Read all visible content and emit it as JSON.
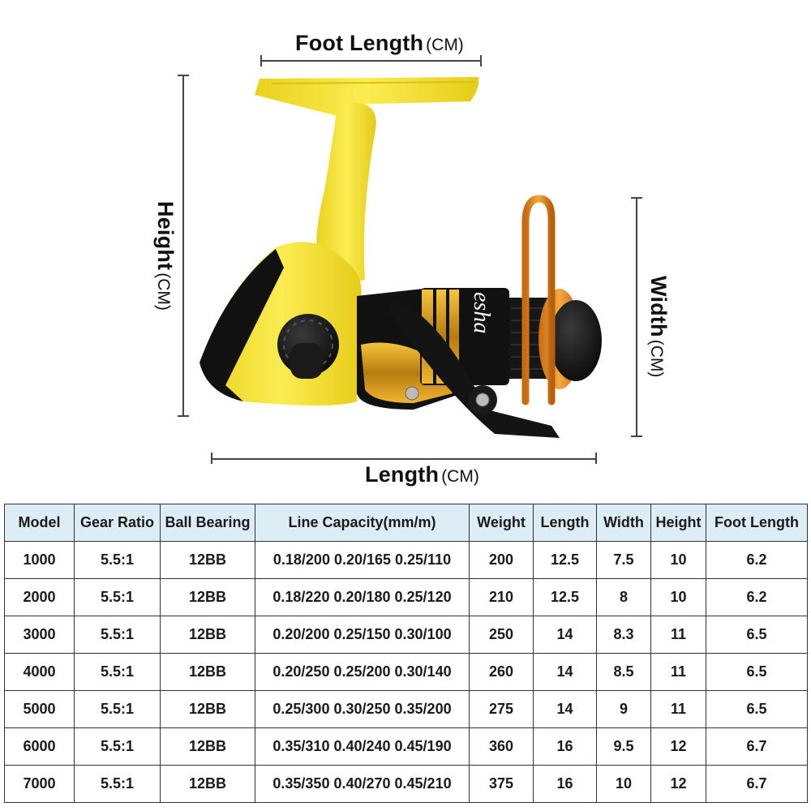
{
  "dimensions": {
    "foot_length": {
      "label": "Foot Length",
      "unit": "(CM)"
    },
    "height": {
      "label": "Height",
      "unit": "(CM)"
    },
    "width": {
      "label": "Width",
      "unit": "(CM)"
    },
    "length": {
      "label": "Length",
      "unit": "(CM)"
    }
  },
  "product": {
    "spool_logo_text": "esha",
    "colors": {
      "body": "#f2df2a",
      "black": "#111111",
      "gold": "#e0a21a",
      "bail": "#e08a1c"
    }
  },
  "table": {
    "headers": [
      "Model",
      "Gear Ratio",
      "Ball Bearing",
      "Line Capacity(mm/m)",
      "Weight",
      "Length",
      "Width",
      "Height",
      "Foot Length"
    ],
    "header_bg": "#ddedf5",
    "rows": [
      [
        "1000",
        "5.5:1",
        "12BB",
        "0.18/200 0.20/165 0.25/110",
        "200",
        "12.5",
        "7.5",
        "10",
        "6.2"
      ],
      [
        "2000",
        "5.5:1",
        "12BB",
        "0.18/220 0.20/180 0.25/120",
        "210",
        "12.5",
        "8",
        "10",
        "6.2"
      ],
      [
        "3000",
        "5.5:1",
        "12BB",
        "0.20/200 0.25/150 0.30/100",
        "250",
        "14",
        "8.3",
        "11",
        "6.5"
      ],
      [
        "4000",
        "5.5:1",
        "12BB",
        "0.20/250 0.25/200 0.30/140",
        "260",
        "14",
        "8.5",
        "11",
        "6.5"
      ],
      [
        "5000",
        "5.5:1",
        "12BB",
        "0.25/300 0.30/250 0.35/200",
        "275",
        "14",
        "9",
        "11",
        "6.5"
      ],
      [
        "6000",
        "5.5:1",
        "12BB",
        "0.35/310 0.40/240 0.45/190",
        "360",
        "16",
        "9.5",
        "12",
        "6.7"
      ],
      [
        "7000",
        "5.5:1",
        "12BB",
        "0.35/350 0.40/270 0.45/210",
        "375",
        "16",
        "10",
        "12",
        "6.7"
      ]
    ]
  }
}
